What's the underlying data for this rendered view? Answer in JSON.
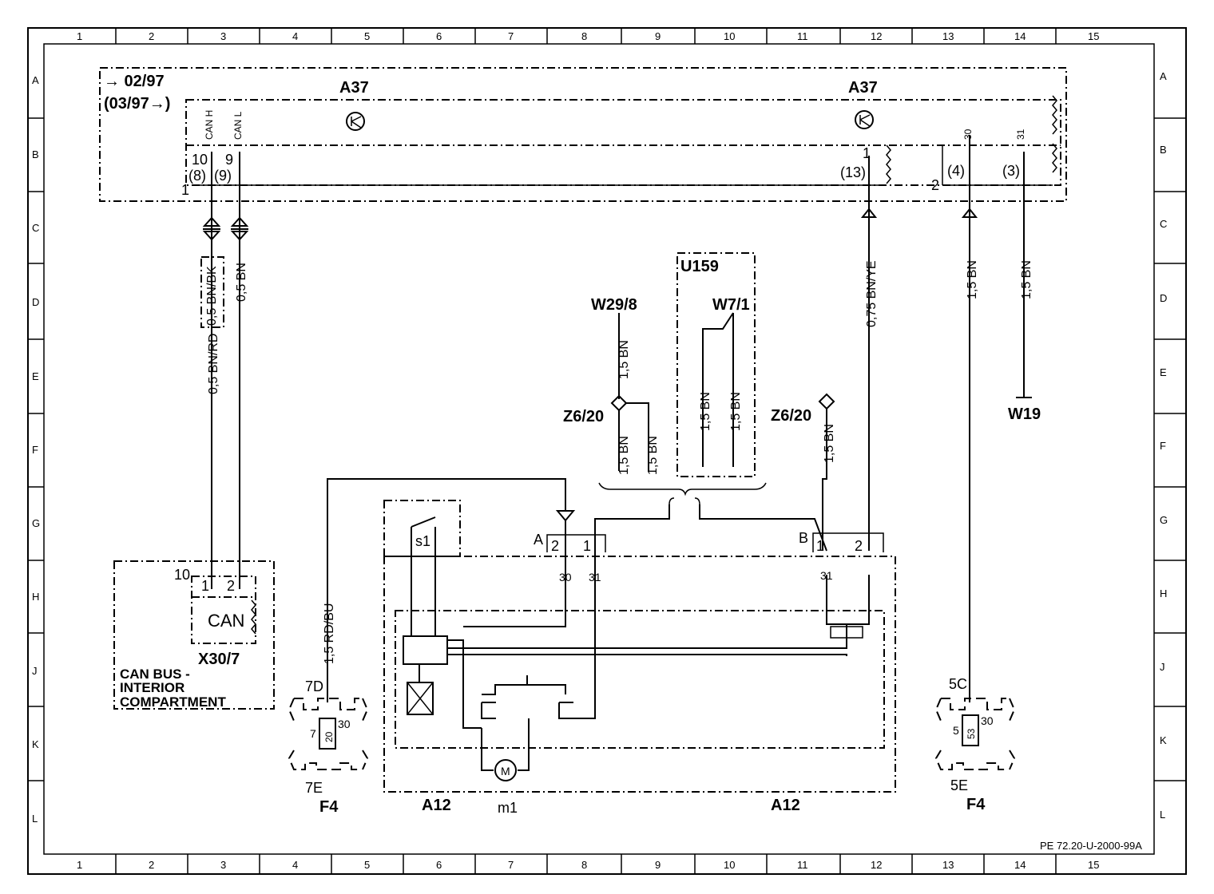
{
  "grid": {
    "cols": [
      "1",
      "2",
      "3",
      "4",
      "5",
      "6",
      "7",
      "8",
      "9",
      "10",
      "11",
      "12",
      "13",
      "14",
      "15"
    ],
    "rows": [
      "A",
      "B",
      "C",
      "D",
      "E",
      "F",
      "G",
      "H",
      "J",
      "K",
      "L"
    ]
  },
  "header": {
    "date_from": "→ 02/97",
    "date_to": "(03/97→)"
  },
  "components": {
    "a37_left": "A37",
    "a37_right": "A37",
    "u159": "U159",
    "w29_8": "W29/8",
    "w7_1": "W7/1",
    "z6_20_left": "Z6/20",
    "z6_20_right": "Z6/20",
    "w19": "W19",
    "x30_7": "X30/7",
    "can": "CAN",
    "can_bus_line1": "CAN BUS -",
    "can_bus_line2": "INTERIOR",
    "can_bus_line3": "COMPARTMENT",
    "f4_left": "F4",
    "f4_right": "F4",
    "a12_left": "A12",
    "a12_right": "A12",
    "m1": "m1",
    "s1": "s1",
    "fuse_20": "20",
    "fuse_53": "53"
  },
  "wires": {
    "can_h_top": "0,5 BN/BK",
    "can_h_bottom": "0,5 BN/RD",
    "can_l": "0,5 BN",
    "w29_bn": "1,5 BN",
    "z6_bn_a": "1,5 BN",
    "z6_bn_b": "1,5 BN",
    "u159_bn_a": "1,5 BN",
    "u159_bn_b": "1,5 BN",
    "z6_right_bn": "1,5 BN",
    "f4_rdbu": "1,5 RD/BU",
    "bnye": "0,75 BN/YE",
    "bn_13": "1,5 BN",
    "bn_14": "1,5 BN"
  },
  "pins": {
    "can_h": "CAN H",
    "can_l": "CAN L",
    "p10": "10",
    "p8": "(8)",
    "p9": "9",
    "p9b": "(9)",
    "p1": "1",
    "p13": "(13)",
    "p1r": "1",
    "p2": "2",
    "p4": "(4)",
    "p3": "(3)",
    "p30": "30",
    "p31": "31",
    "a_lbl": "A",
    "a2": "2",
    "a1": "1",
    "a30": "30",
    "a31": "31",
    "b_lbl": "B",
    "b1": "1",
    "b2": "2",
    "b31": "31",
    "x10": "10",
    "x1": "1",
    "x2": "2",
    "f7d": "7D",
    "f7": "7",
    "f30": "30",
    "f7e": "7E",
    "f5c": "5C",
    "f5": "5",
    "f30r": "30",
    "f5e": "5E"
  },
  "footer": {
    "ref": "PE 72.20-U-2000-99A"
  }
}
